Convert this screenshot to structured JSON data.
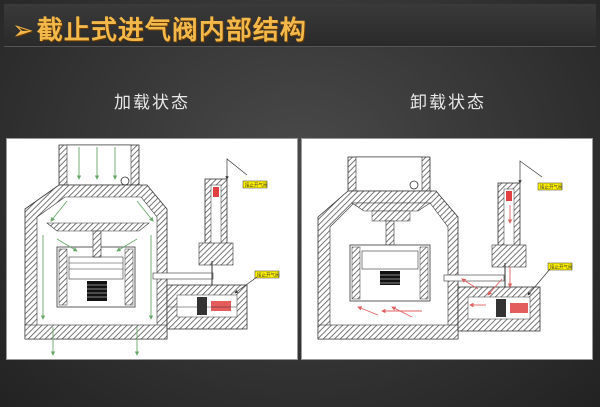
{
  "slide": {
    "title": "截止式进气阀内部结构",
    "arrow_icon": "triangle-arrow-icon",
    "title_color": "#f2b84a"
  },
  "panels": [
    {
      "id": "loaded",
      "label": "加载状态",
      "tags": [
        "接止开气阀",
        "接止开气阀"
      ],
      "flow_color": "#6aa86a"
    },
    {
      "id": "unloaded",
      "label": "卸载状态",
      "tags": [
        "接止开气阀",
        "接止开气阀"
      ],
      "flow_color": "#e06060"
    }
  ],
  "colors": {
    "tag_fill": "#fff200",
    "metal_hatch": "#555555",
    "background": "#343434"
  }
}
